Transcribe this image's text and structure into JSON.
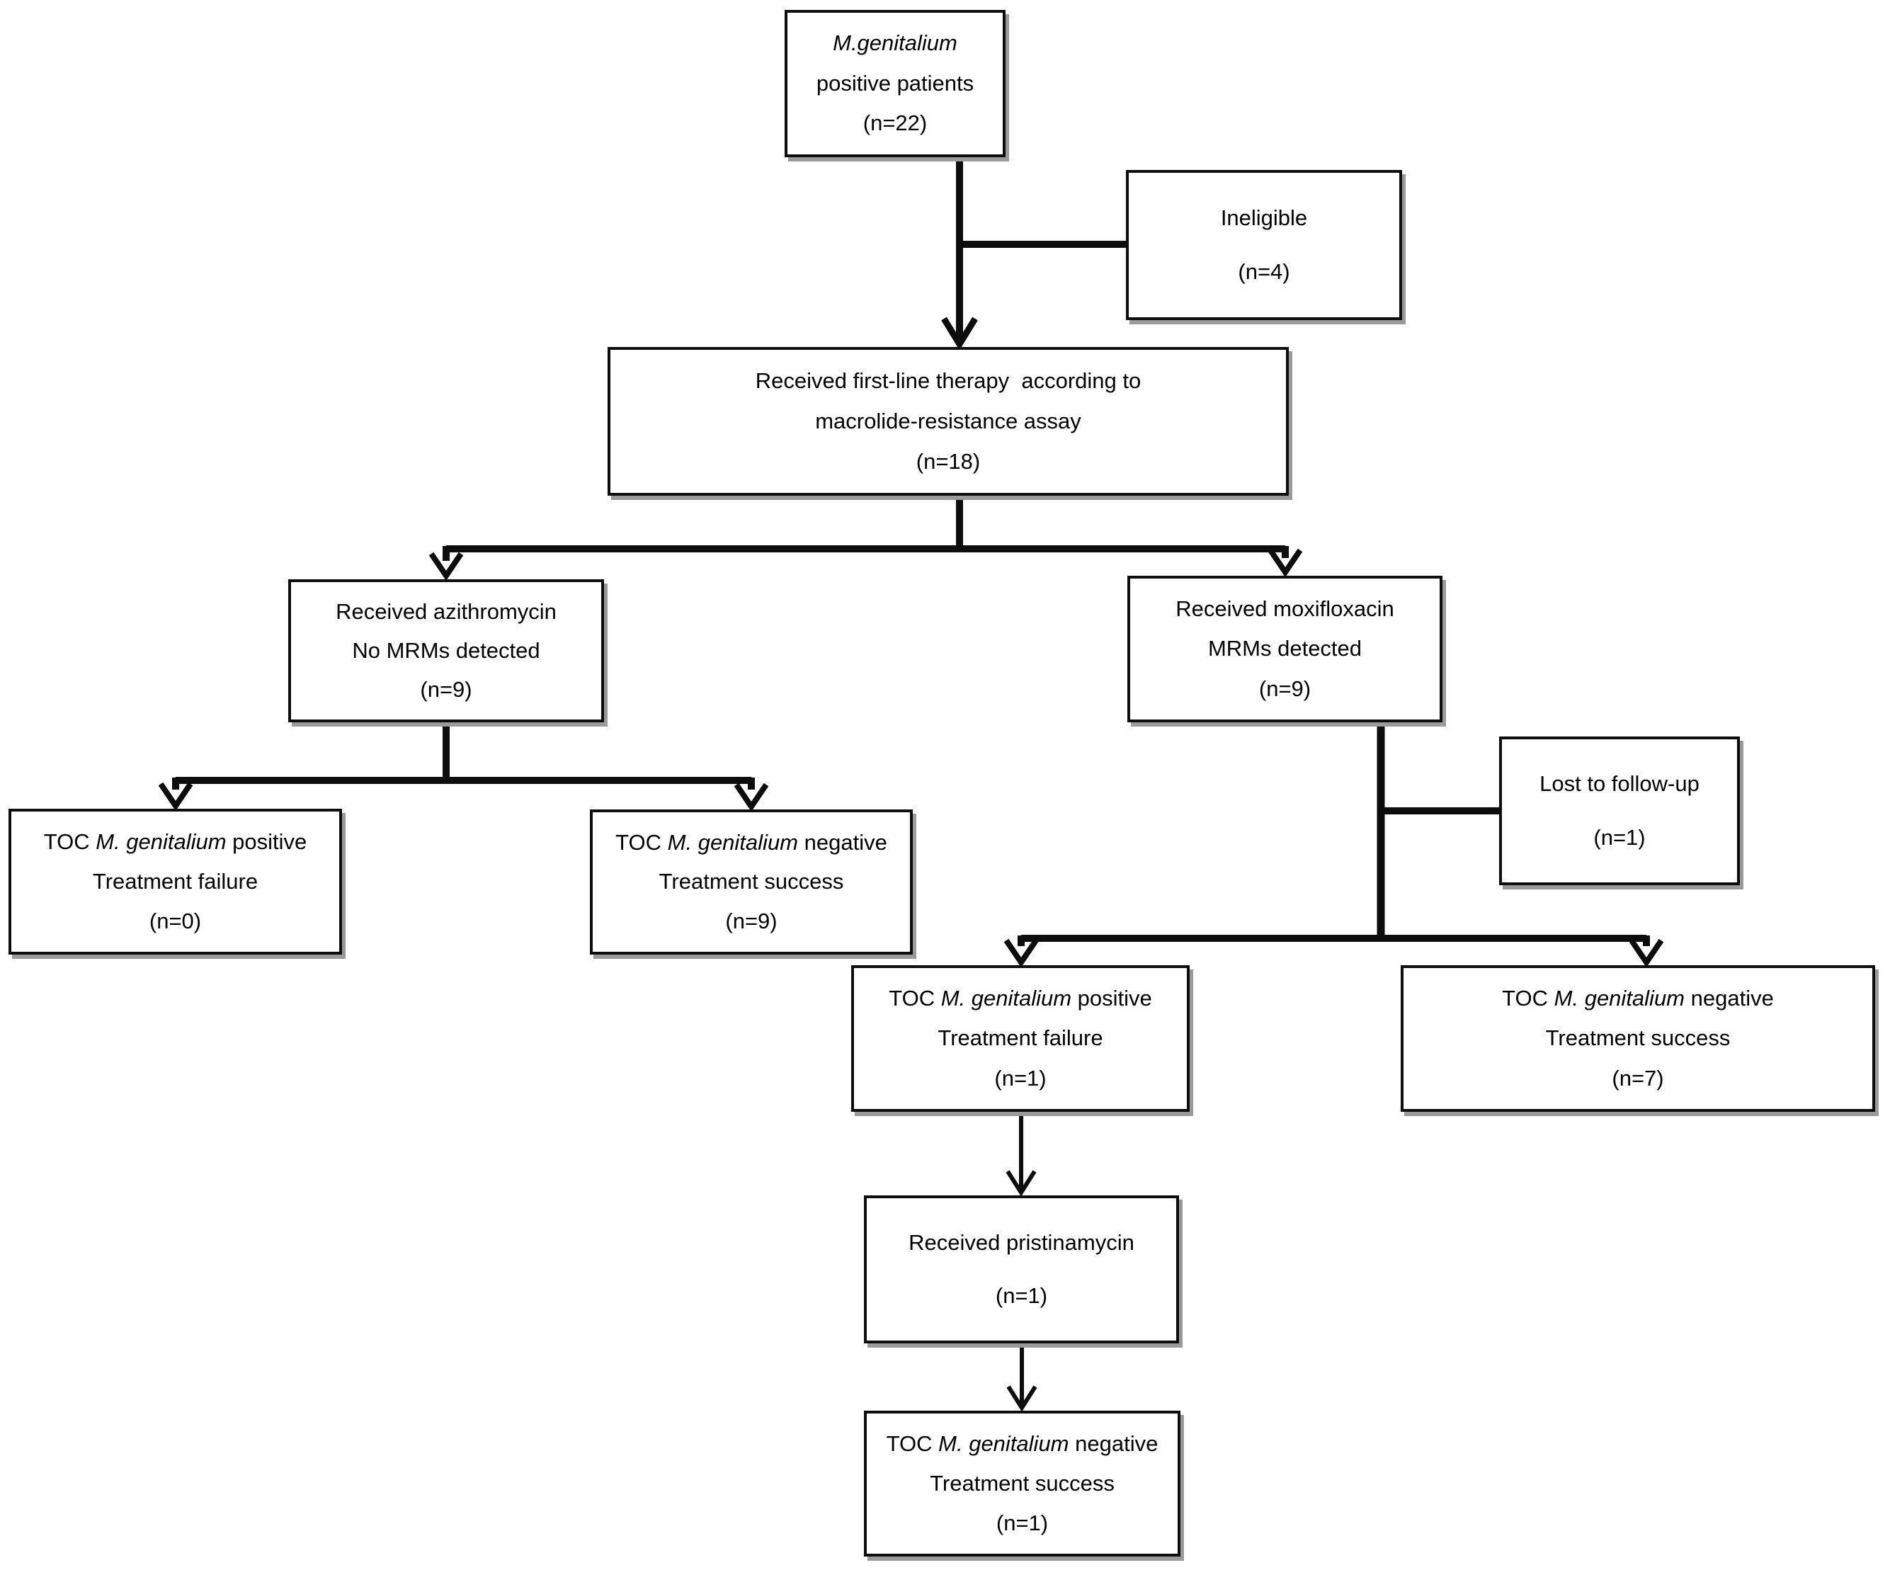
{
  "boxes": {
    "mg_positive": {
      "l1_it": "M.genitalium",
      "l2": "positive patients",
      "n": "(n=22)"
    },
    "ineligible": {
      "l1": "Ineligible",
      "n": "(n=4)"
    },
    "first_line": {
      "l1": "Received first-line therapy  according to",
      "l2": "macrolide-resistance assay",
      "n": "(n=18)"
    },
    "azithromycin": {
      "l1": "Received azithromycin",
      "l2": "No MRMs detected",
      "n": "(n=9)"
    },
    "moxifloxacin": {
      "l1": "Received moxifloxacin",
      "l2": "MRMs detected",
      "n": "(n=9)"
    },
    "toc_az_positive": {
      "l1_pre": "TOC ",
      "l1_it": "M. genitalium",
      "l1_post": " positive",
      "l2": "Treatment failure",
      "n": "(n=0)"
    },
    "toc_az_negative": {
      "l1_pre": "TOC ",
      "l1_it": "M. genitalium",
      "l1_post": " negative",
      "l2": "Treatment success",
      "n": "(n=9)"
    },
    "lost_followup": {
      "l1": "Lost to follow-up",
      "n": "(n=1)"
    },
    "toc_moxi_positive": {
      "l1_pre": "TOC ",
      "l1_it": "M. genitalium",
      "l1_post": " positive",
      "l2": "Treatment failure",
      "n": "(n=1)"
    },
    "toc_moxi_negative": {
      "l1_pre": "TOC ",
      "l1_it": "M. genitalium",
      "l1_post": " negative",
      "l2": "Treatment success",
      "n": "(n=7)"
    },
    "pristinamycin": {
      "l1": "Received pristinamycin",
      "n": "(n=1)"
    },
    "toc_final_negative": {
      "l1_pre": "TOC ",
      "l1_it": "M. genitalium",
      "l1_post": " negative",
      "l2": "Treatment success",
      "n": "(n=1)"
    }
  },
  "colors": {
    "line": "#0d0d0d",
    "box_border": "#0d0d0d",
    "shadow": "#9a9a9a",
    "background": "#ffffff",
    "text": "#000000"
  }
}
